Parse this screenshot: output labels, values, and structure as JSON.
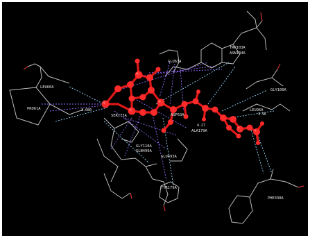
{
  "viewer": {
    "background_color": "#000000",
    "ligand_color": "#ff2020",
    "residue_color": "#c8c8c8",
    "hbond_color_primary": "#9a6cff",
    "hbond_color_secondary": "#9ad9ff"
  },
  "labels": {
    "leu": "LEU60A",
    "pro": "PRO61A",
    "dist1": "3.080",
    "glu": "GLU63A",
    "trp": "TRP103A",
    "asn": "ASN104A",
    "gly": "GLY100A",
    "leu2": "LEU96A",
    "ser": "SER173A",
    "asp": "ASP63A",
    "gln": "GLN499A",
    "glu2": "GLU493A",
    "tyr": "TYR179A",
    "phe": "PHE330A",
    "res_a": "GLY110A",
    "res_b": "ALA179A",
    "dist2": "4.27",
    "dist3": "3.96"
  }
}
